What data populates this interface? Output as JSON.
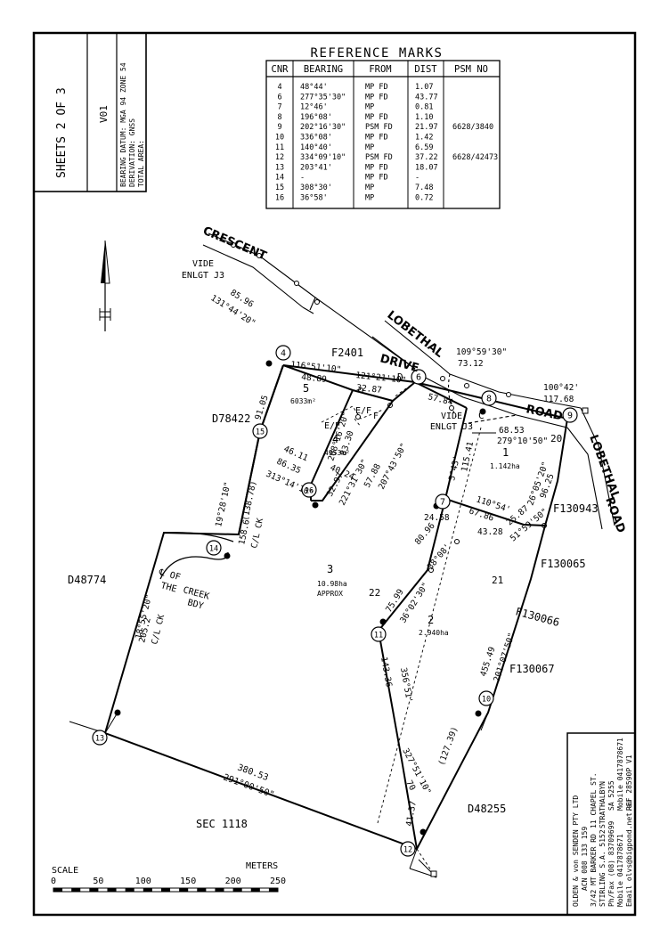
{
  "sheet": {
    "sheets": "SHEETS  2  OF  3",
    "vol": "V01",
    "bearing_datum": "BEARING DATUM: MGA 94 ZONE 54",
    "derivation": "DERIVATION: GNSS",
    "total_area": "TOTAL AREA:"
  },
  "ref_marks": {
    "title": "REFERENCE MARKS",
    "headers": [
      "CNR",
      "BEARING",
      "FROM",
      "DIST",
      "PSM NO"
    ],
    "rows": [
      [
        "4",
        "48°44'",
        "MP FD",
        "1.07",
        ""
      ],
      [
        "6",
        "277°35'30\"",
        "MP FD",
        "43.77",
        ""
      ],
      [
        "7",
        "12°46'",
        "MP",
        "0.81",
        ""
      ],
      [
        "8",
        "196°08'",
        "MP FD",
        "1.10",
        ""
      ],
      [
        "9",
        "202°16'30\"",
        "PSM FD",
        "21.97",
        "6628/3840"
      ],
      [
        "10",
        "336°08'",
        "MP FD",
        "1.42",
        ""
      ],
      [
        "11",
        "140°40'",
        "MP",
        "6.59",
        ""
      ],
      [
        "12",
        "334°09'10\"",
        "PSM FD",
        "37.22",
        "6628/42473"
      ],
      [
        "13",
        "203°41'",
        "MP FD",
        "18.07",
        ""
      ],
      [
        "14",
        "-",
        "MP FD",
        "-",
        ""
      ],
      [
        "15",
        "308°30'",
        "MP",
        "7.48",
        ""
      ],
      [
        "16",
        "36°58'",
        "MP",
        "0.72",
        ""
      ]
    ]
  },
  "map": {
    "streets": {
      "crescent": "CRESCENT",
      "lobethal_1": "LOBETHAL",
      "drive": "DRIVE",
      "road_1": "ROAD",
      "lobethal_2": "LOBETHAL",
      "road_2": "ROAD"
    },
    "vide_1": "VIDE",
    "enlgt_1": "ENLGT J3",
    "vide_2": "VIDE",
    "enlgt_2": "ENLGT J3",
    "parcels": {
      "f2401": "F2401",
      "d78422": "D78422",
      "d48774": "D48774",
      "f130943": "F130943",
      "f130065": "F130065",
      "f130066": "F130066",
      "f130067": "F130067",
      "d48255": "D48255",
      "sec1118": "SEC 1118"
    },
    "lots": {
      "l1": "1",
      "l1_area": "1.142ha",
      "l2": "2",
      "l2_area": "2.940ha",
      "l3": "3",
      "l3_area": "10.98ha",
      "l3_approx": "APPROX",
      "l4": "4",
      "l4_area": "4953m²",
      "l5": "5",
      "l5_area": "6033m²",
      "l20": "20",
      "l21": "21",
      "l22": "22"
    },
    "easements": {
      "d": "D",
      "ef1": "E/F",
      "ef2": "E/F",
      "f": "F",
      "c": "C"
    },
    "creek_1": "℄ OF",
    "creek_2": "THE",
    "creek_3": "CREEK",
    "creek_4": "BDY",
    "dims": {
      "b1": "85.96",
      "b2": "131°44'20\"",
      "b3": "109°59'30\"",
      "b4": "73.12",
      "b5": "100°42'",
      "b6": "117.68",
      "b7": "116°51'10\"",
      "b8": "48.89",
      "b9": "121°21'10\"",
      "b10": "32.87",
      "b11": "57.84",
      "b12": "68.53",
      "b13": "279°10'50\"",
      "b14": "91.05",
      "b15": "208°16'20\"",
      "b16": "83.30",
      "b17": "46.11",
      "b18": "86.35",
      "b19": "313°14'10\"",
      "b20": "40.24",
      "b21": "57.88",
      "b22": "207°43'50\"",
      "b23": "32.97",
      "b24": "221°31'30\"",
      "b25": "5°43'",
      "b26": "115.41",
      "b27": "110°54'",
      "b28": "67.86",
      "b29": "26°05'20\"",
      "b30": "96.25",
      "b31": "25.87",
      "b32": "51°59'50\"",
      "b33": "24.58",
      "b34": "43.28",
      "b35": "80.96",
      "b36": "38°08'",
      "b37": "75.99",
      "b38": "36°02'30\"",
      "b39": "19°28'10\"",
      "b40": "(138.78)",
      "b41": "158.6",
      "b42": "C/L CK",
      "b43": "18°55'20\"",
      "b44": "205.2",
      "b45": "C/L CK",
      "b46": "143.36",
      "b47": "356°51'",
      "b48": "455.49",
      "b49": "201°07'50\"",
      "b50": "(127.39)",
      "b51": "327°51'10\"",
      "b52": "70",
      "b53": "41.37",
      "b54": "380.53",
      "b55": "291°00'50\""
    },
    "corners": [
      "4",
      "6",
      "8",
      "9",
      "15",
      "16",
      "7",
      "14",
      "11",
      "10",
      "13",
      "12"
    ]
  },
  "scale": {
    "label": "SCALE",
    "units": "METERS",
    "ticks": [
      "0",
      "50",
      "100",
      "150",
      "200",
      "250"
    ]
  },
  "surveyor": {
    "line1": "OLDEN & von SENDEN PTY LTD",
    "line2": "ACN 008 133 159",
    "line3": "3/42 MT BARKER RD",
    "line4": "11 CHAPEL ST.",
    "line5": "STIRLING S.A. 5152",
    "line6": "STRATHALBYN",
    "line7": "Ph/Fax (08) 83709699",
    "line8": "SA 5255",
    "line9": "Mobile 0417878671",
    "line10": "Mobile 0417878671",
    "line11": "Email olvs@bigpond.net.au",
    "line12": "REF 28590P V1"
  }
}
